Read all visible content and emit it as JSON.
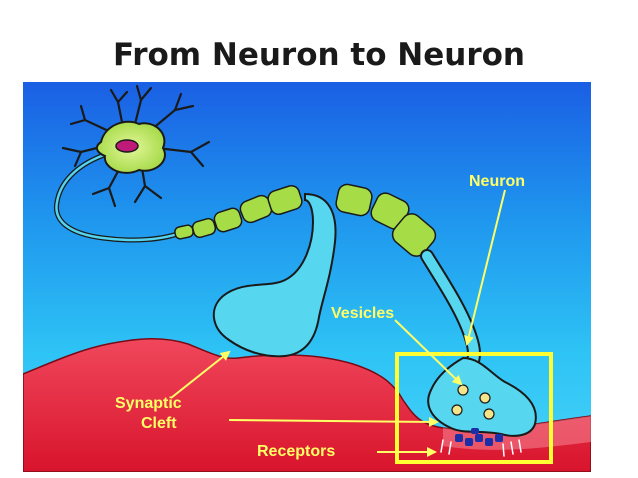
{
  "title": "From Neuron to Neuron",
  "labels": {
    "neuron": "Neuron",
    "vesicles": "Vesicles",
    "synaptic_cleft_line1": "Synaptic",
    "synaptic_cleft_line2": "Cleft",
    "receptors": "Receptors"
  },
  "colors": {
    "background_top": "#1866e6",
    "background_mid": "#23b6f2",
    "tissue": "#e8223a",
    "tissue_highlight": "#f05a6e",
    "neuron_body": "#b6e85a",
    "myelin": "#9ad23c",
    "axon_terminal": "#54d4ee",
    "label_text": "#ffff66",
    "highlight_box": "#ffff33",
    "receptor": "#1b2fa8"
  }
}
